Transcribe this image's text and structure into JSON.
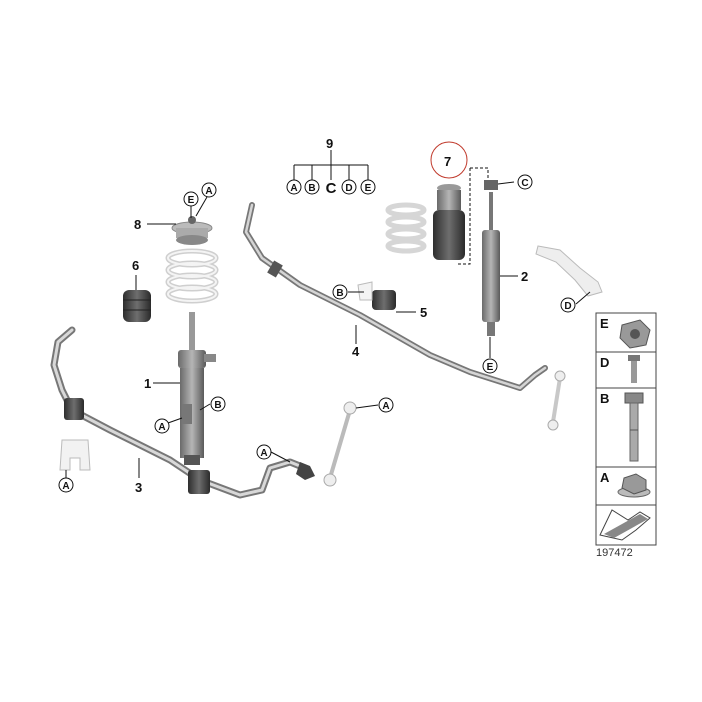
{
  "callouts": {
    "n1": "1",
    "n2": "2",
    "n3": "3",
    "n4": "4",
    "n5": "5",
    "n6": "6",
    "n7": "7",
    "n8": "8",
    "n9": "9"
  },
  "letters": {
    "A": "A",
    "B": "B",
    "C": "C",
    "D": "D",
    "E": "E"
  },
  "group9": {
    "items": [
      "A",
      "B",
      "C",
      "D",
      "E"
    ]
  },
  "sidebar": {
    "cells": [
      "E",
      "D",
      "B",
      "A"
    ]
  },
  "reference_number": "197472",
  "colors": {
    "highlight_circle": "#c0392b",
    "part_dark": "#3a3a3a",
    "part_mid": "#8a8a8a",
    "part_light": "#d8d8d8"
  }
}
